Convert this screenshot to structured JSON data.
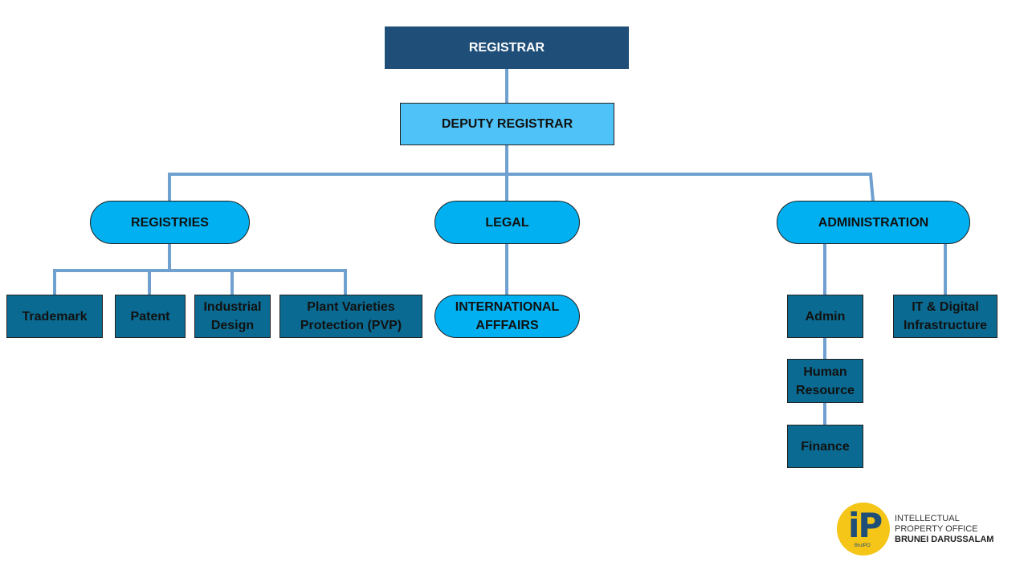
{
  "nodes": {
    "registrar": "REGISTRAR",
    "deputy_registrar": "DEPUTY REGISTRAR",
    "registries": "REGISTRIES",
    "legal": "LEGAL",
    "administration": "ADMINISTRATION",
    "trademark": "Trademark",
    "patent": "Patent",
    "industrial_design": "Industrial\nDesign",
    "plant_varieties": "Plant Varieties\nProtection (PVP)",
    "international_affairs": "INTERNATIONAL\nAFFFAIRS",
    "admin": "Admin",
    "it_digital": "IT & Digital\nInfrastructure",
    "human_resource": "Human\nResource",
    "finance": "Finance"
  },
  "logo": {
    "mini": "BruIPO",
    "line1": "INTELLECTUAL",
    "line2": "PROPERTY OFFICE",
    "line3": "BRUNEI DARUSSALAM"
  },
  "colors": {
    "connector": "#6fa0d0",
    "registrar_fill": "#1f4e79",
    "deputy_fill": "#4fc3f7",
    "pill_fill": "#00b0f0",
    "unit_fill": "#0a6a91",
    "logo_yellow": "#f5c518"
  }
}
